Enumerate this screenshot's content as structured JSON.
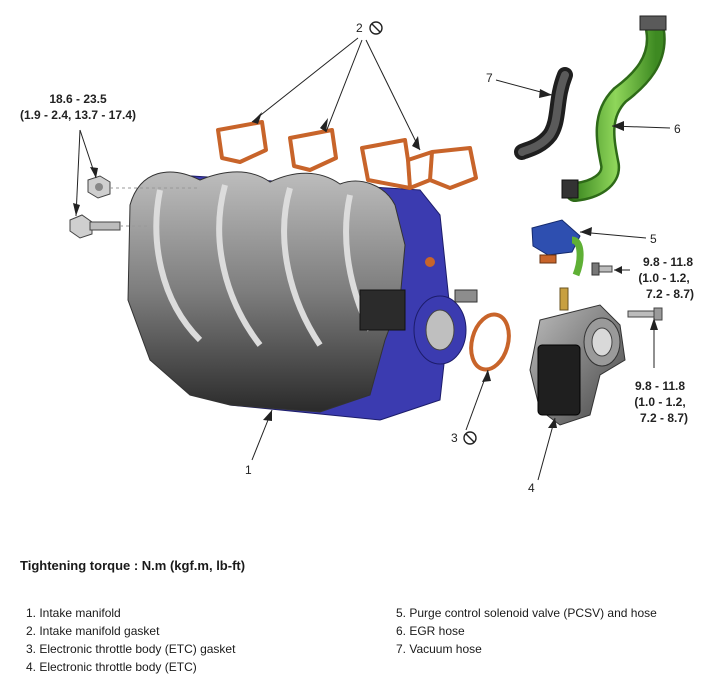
{
  "diagram": {
    "callouts": {
      "c1": "1",
      "c2": "2",
      "c3": "3",
      "c4": "4",
      "c5": "5",
      "c6": "6",
      "c7": "7"
    },
    "torque_manifold": {
      "line1": "18.6 - 23.5",
      "line2": "(1.9 - 2.4, 13.7 - 17.4)"
    },
    "torque_pcsv": {
      "line1": "9.8 - 11.8",
      "line2": "(1.0 - 1.2,",
      "line3": "7.2 - 8.7)"
    },
    "torque_etc": {
      "line1": "9.8 - 11.8",
      "line2": "(1.0 - 1.2,",
      "line3": "7.2 - 8.7)"
    },
    "colors": {
      "manifold": "#8a8a8a",
      "manifold_flange": "#3b3bb0",
      "gasket": "#c8642a",
      "egr_hose": "#5fb035",
      "vacuum_hose": "#3a3a3a",
      "pcsv": "#2e4fb0"
    },
    "icons": {
      "do_not_reuse": "no-reuse-icon"
    }
  },
  "footer": {
    "title": "Tightening torque : N.m (kgf.m, lb-ft)",
    "legend_left": [
      "1. Intake manifold",
      "2. Intake manifold gasket",
      "3. Electronic throttle body (ETC) gasket",
      "4. Electronic throttle body (ETC)"
    ],
    "legend_right": [
      "5. Purge control solenoid valve (PCSV) and hose",
      "6. EGR hose",
      "7. Vacuum hose"
    ]
  }
}
